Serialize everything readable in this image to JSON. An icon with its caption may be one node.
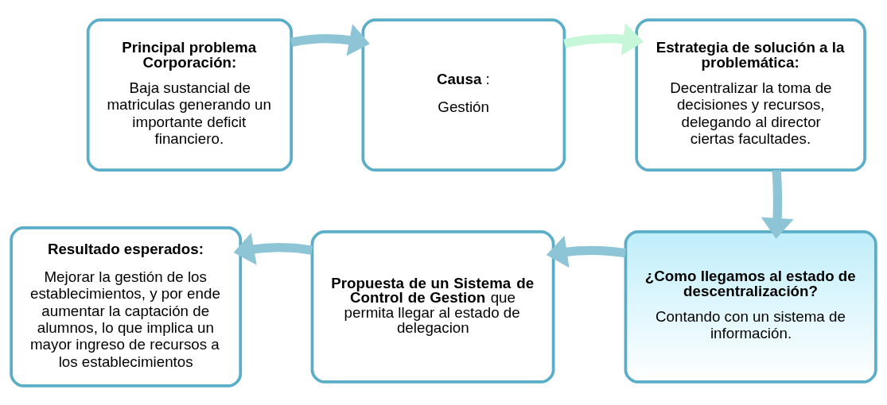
{
  "diagram": {
    "nodes": [
      {
        "text": [
          "Principal problema Corporación:",
          "Baja sustancial de matriculas generando un importante deficit financiero."
        ]
      },
      {
        "text": [
          "**Causa**:",
          "Gestión"
        ]
      },
      {
        "text": [
          "Estrategia de solución a la problemática:",
          "Decentralizar la toma de decisiones y recursos, delegando al director ciertas facultades."
        ]
      },
      {
        "text": [
          "Resultado esperados:",
          "Mejorar  la gestión de los establecimientos, y por ende aumentar la captación de alumnos, lo que implica un mayor ingreso de recursos a los establecimientos"
        ]
      },
      {
        "text": [
          "**Propuesta de un Sistema de Control de Gestion** que permita llegar al estado de delegacion"
        ]
      },
      {
        "text": [
          "¿Como llegamos al estado de descentralización?",
          "Contando con un sistema de información."
        ]
      }
    ],
    "edges": [
      {
        "from": 0,
        "to": 1,
        "arrow": "to"
      },
      {
        "from": 1,
        "to": 2,
        "arrow": "to",
        "color": "#c6f7d8"
      },
      {
        "from": 2,
        "to": 5,
        "arrow": "to"
      },
      {
        "from": 5,
        "to": 4,
        "arrow": "to"
      },
      {
        "from": 4,
        "to": 3,
        "arrow": "to"
      }
    ]
  }
}
